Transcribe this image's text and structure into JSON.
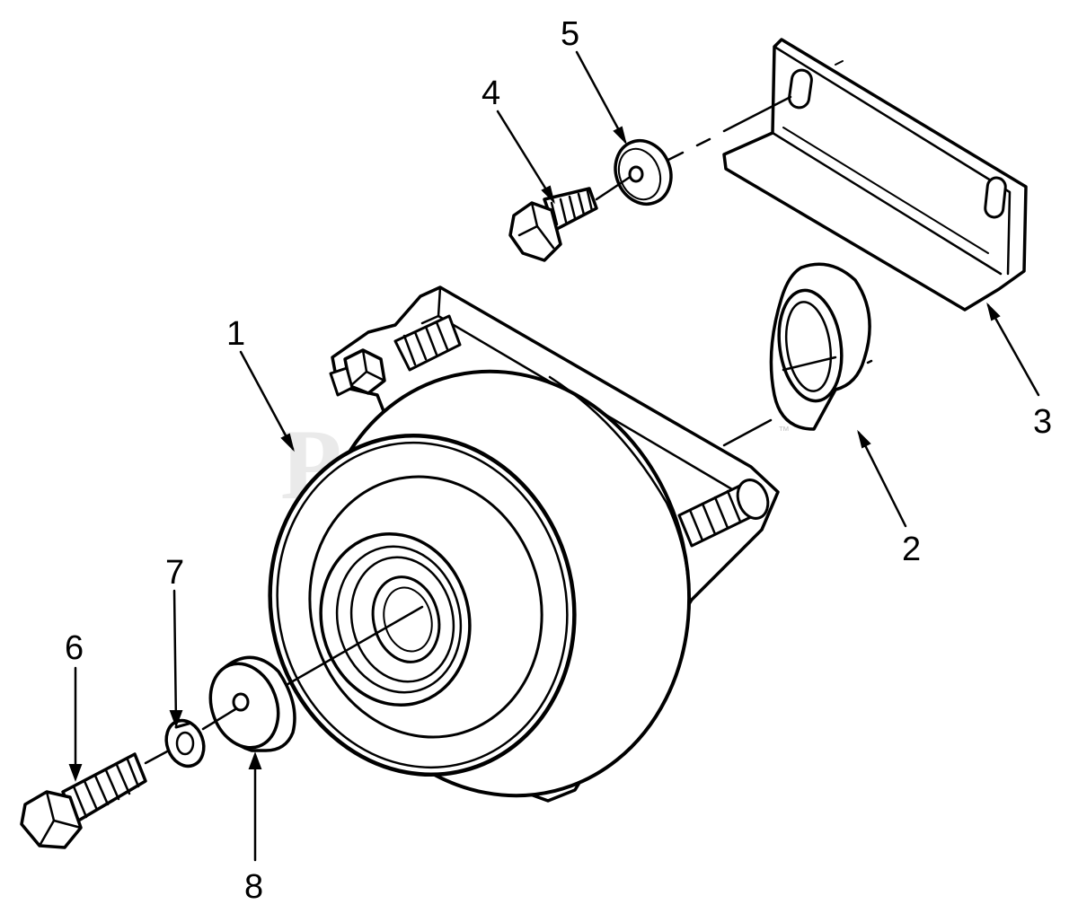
{
  "watermark": {
    "text": "PartsTree",
    "trademark": "™"
  },
  "colors": {
    "ink": "#000000",
    "watermark": "#d9d9d9",
    "background": "#ffffff"
  },
  "callouts": {
    "c1": "1",
    "c2": "2",
    "c3": "3",
    "c4": "4",
    "c5": "5",
    "c6": "6",
    "c7": "7",
    "c8": "8"
  }
}
